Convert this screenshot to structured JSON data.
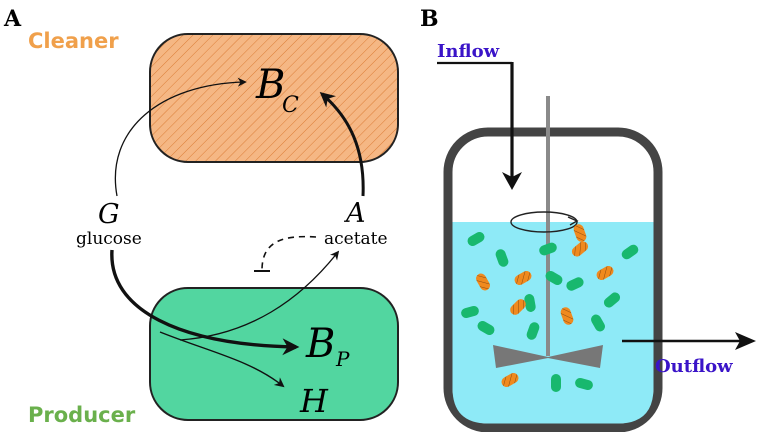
{
  "panels": {
    "a": {
      "label": "A"
    },
    "b": {
      "label": "B"
    }
  },
  "cleaner": {
    "label": "Cleaner",
    "symbol": "B",
    "subscript": "C",
    "color": "#f5b784",
    "label_color": "#f0a04b"
  },
  "producer": {
    "label": "Producer",
    "symbol": "B",
    "subscript": "P",
    "color": "#52d6a0",
    "label_color": "#6ab04c"
  },
  "glucose": {
    "symbol": "G",
    "name": "glucose"
  },
  "acetate": {
    "symbol": "A",
    "name": "acetate"
  },
  "h_product": {
    "symbol": "H"
  },
  "reactor": {
    "inflow_label": "Inflow",
    "outflow_label": "Outflow",
    "label_color": "#3a14c8",
    "liquid_color": "#8eeaf7",
    "green_cell_color": "#18b86e",
    "orange_cell_color": "#f08a1e"
  }
}
